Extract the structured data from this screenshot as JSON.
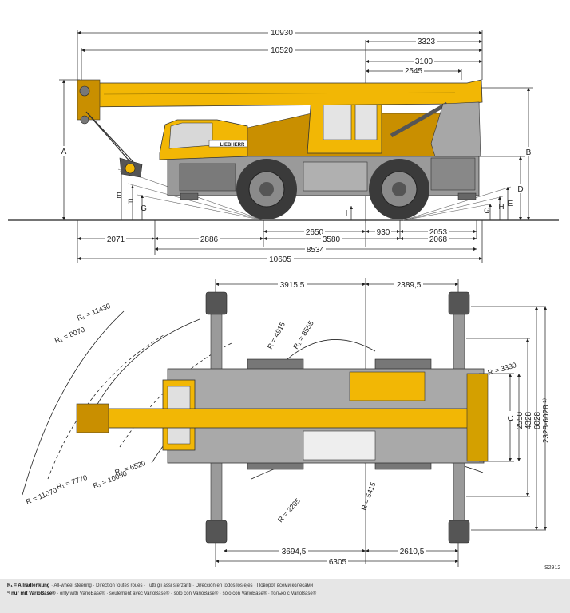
{
  "side_view": {
    "top_dims": [
      "10930",
      "3323",
      "10520",
      "3100",
      "2545"
    ],
    "height_labels": [
      "A",
      "B",
      "D",
      "E",
      "F",
      "G",
      "E",
      "H",
      "G",
      "I"
    ],
    "bottom_dims_row1": [
      "2071",
      "2886",
      "2650",
      "930",
      "2053"
    ],
    "bottom_dims_row2": [
      "3580",
      "2068"
    ],
    "bottom_dims_row3": [
      "8534"
    ],
    "bottom_dims_row4": [
      "10605"
    ],
    "brand_plate": "LIEBHERR"
  },
  "top_view": {
    "top_dims": [
      "3915,5",
      "2389,5"
    ],
    "bottom_dims": [
      "3694,5",
      "2610,5",
      "6305"
    ],
    "right_dims": [
      "R = 3330",
      "C",
      "2550",
      "4328",
      "6028",
      "2328-6028 ¹⁾"
    ],
    "radius_labels": [
      "R₁ = 11430",
      "R₁ = 8070",
      "R = 4915",
      "R₁ = 8555",
      "R₁ = 6520",
      "R₁ = 10050",
      "R₁ = 7770",
      "R = 11070",
      "R = 2205",
      "R = 5415"
    ]
  },
  "drawing_code": "S2912",
  "footer": {
    "line1_bold": "R₁ = Allradlenkung",
    "line1_rest": " · All-wheel steering · Direction toutes roues · Tutti gli assi sterzanti · Dirección en todos los ejes · Поворот всеми колесами",
    "line2_bold": "¹⁾ nur mit VarioBase®",
    "line2_rest": " · only with VarioBase® · seulement avec VarioBase® · solo con VarioBase® · sólo con VarioBase® · только с VarioBase®"
  },
  "colors": {
    "crane_yellow": "#f2b705",
    "yellow_dark": "#c98f00",
    "body_grey": "#8a8a8a",
    "tyre_dark": "#3a3a3a"
  }
}
